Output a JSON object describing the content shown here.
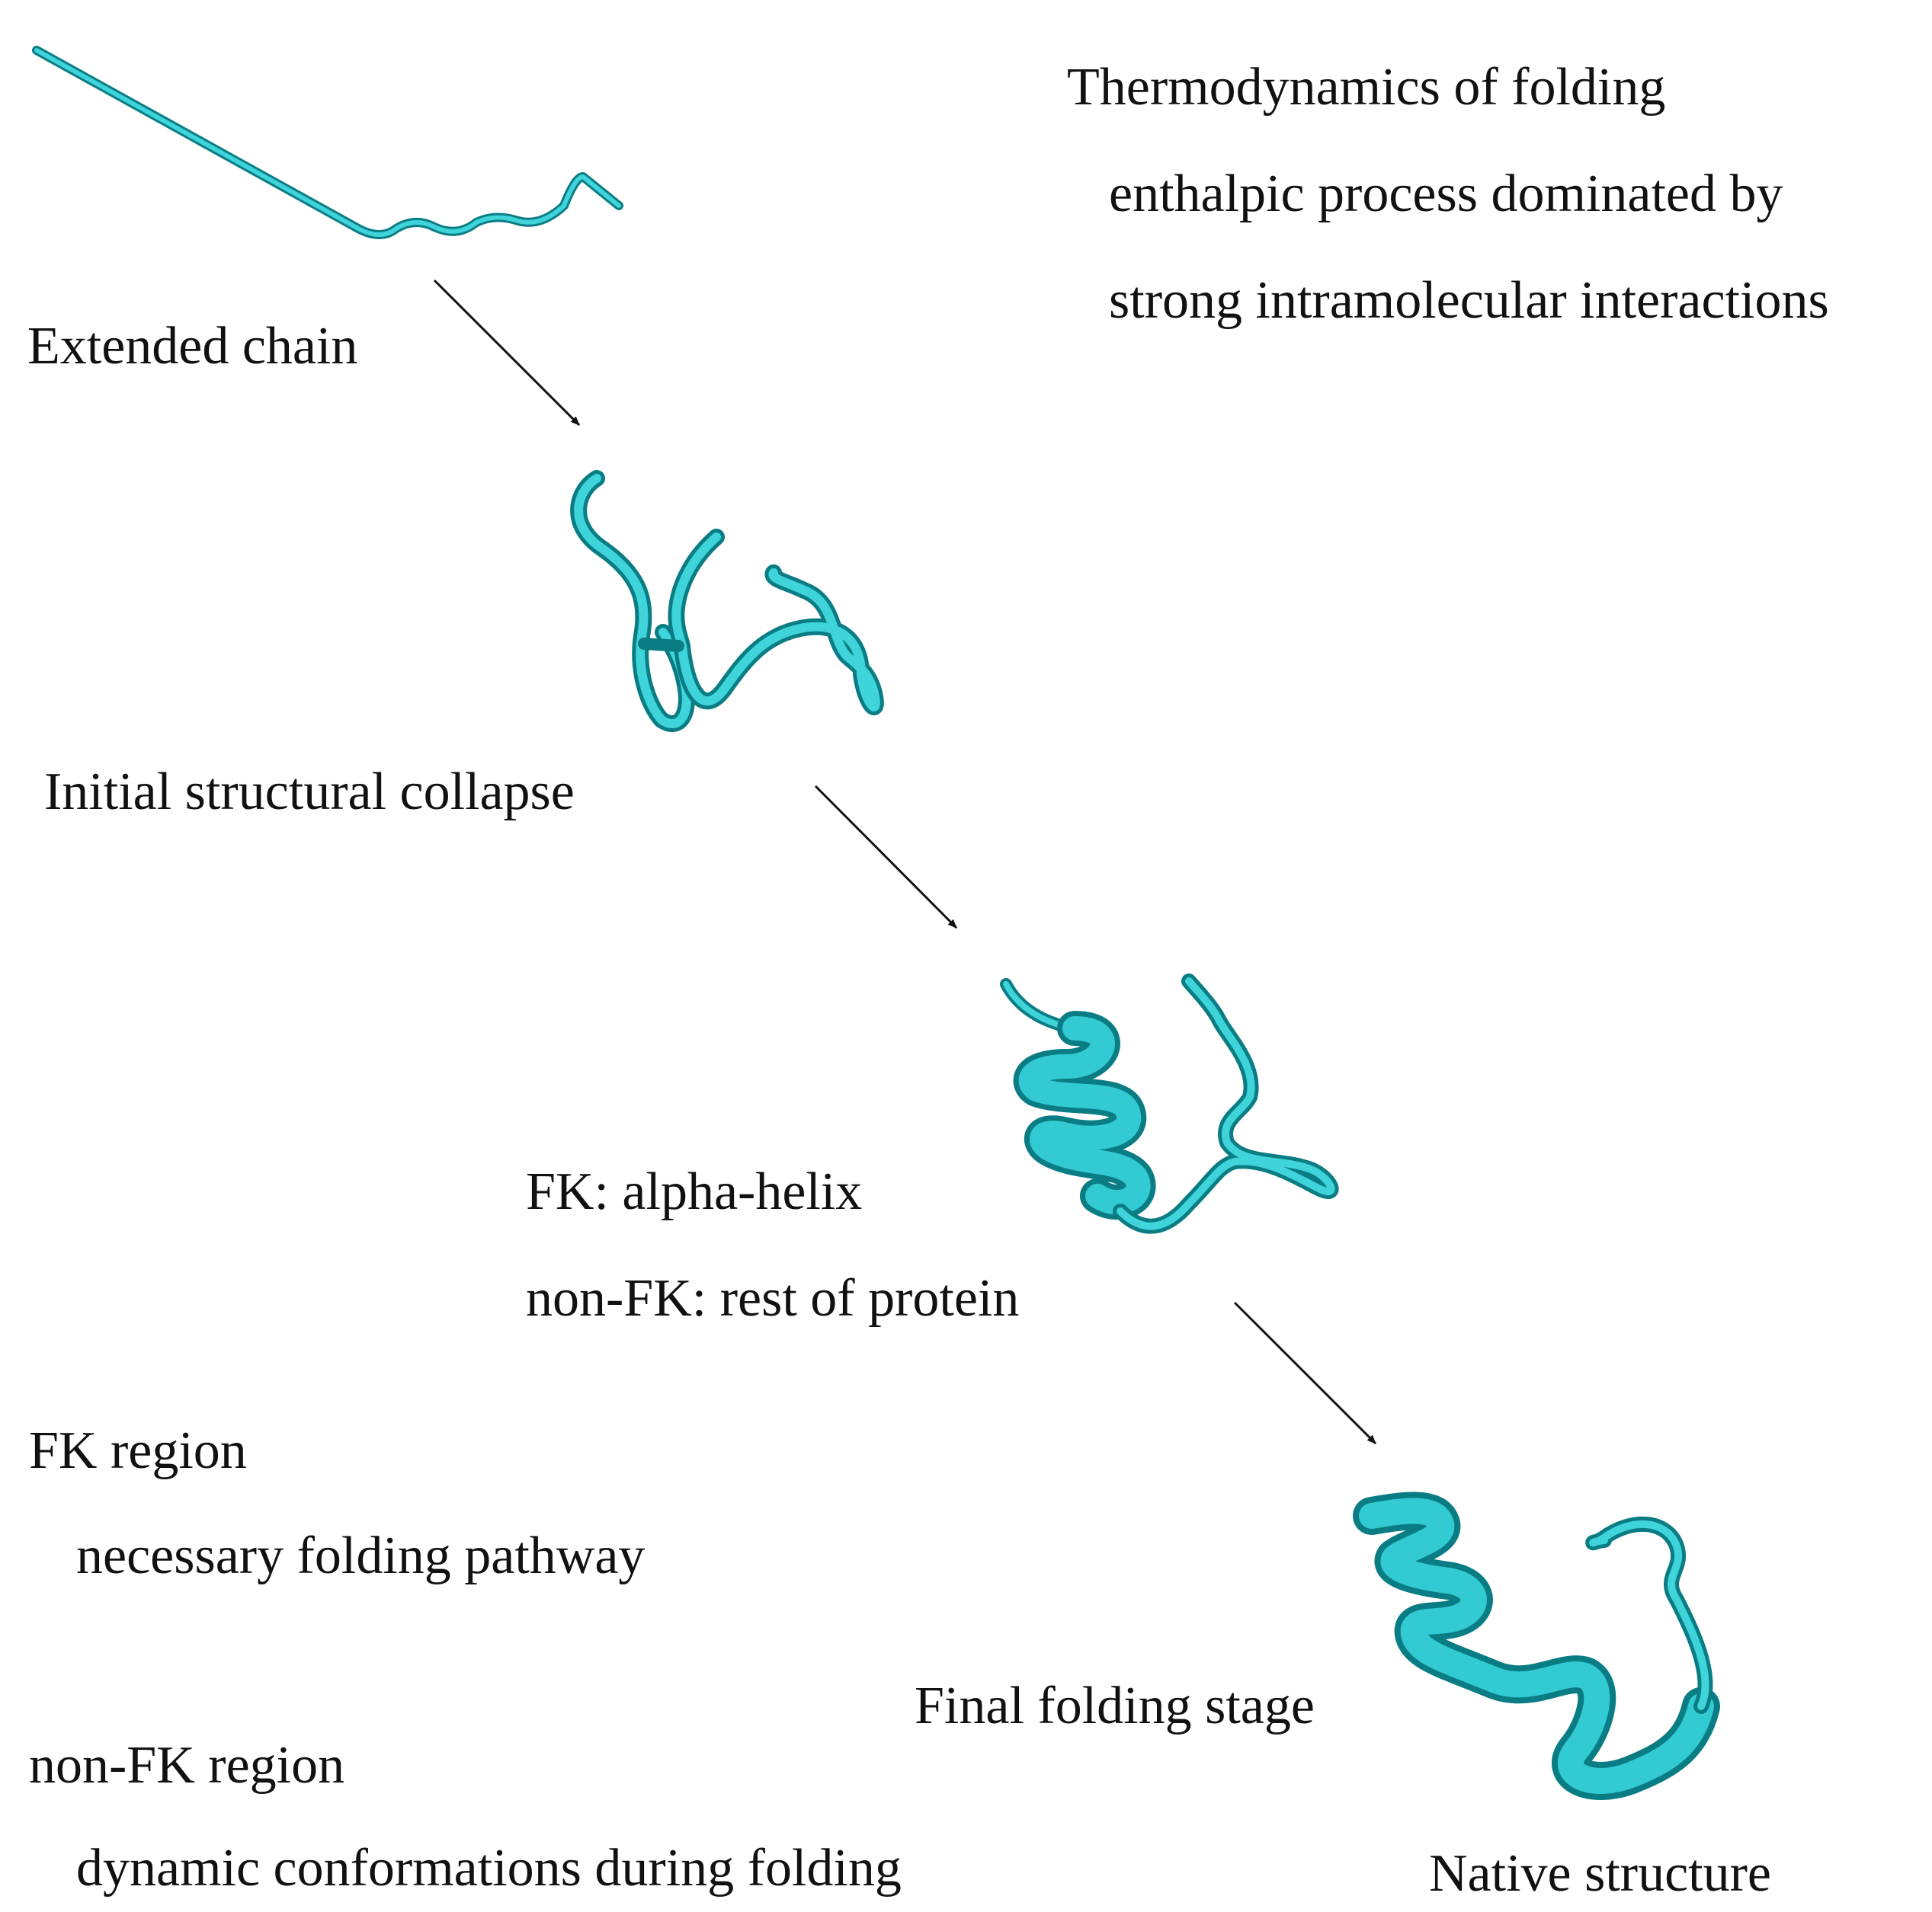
{
  "thermo": {
    "title": "Thermodynamics of folding",
    "line1": "enthalpic process dominated by",
    "line2": "strong intramolecular interactions"
  },
  "stages": {
    "extended": "Extended chain",
    "collapse": "Initial structural collapse",
    "fk_helix": "FK: alpha-helix",
    "nonfk_rest": "non-FK: rest of protein",
    "final": "Final folding stage",
    "native": "Native structure"
  },
  "regions": {
    "fk_title": "FK region",
    "fk_desc": "necessary folding pathway",
    "nonfk_title": "non-FK region",
    "nonfk_desc": "dynamic conformations during folding"
  },
  "colors": {
    "ribbon": "#2ec4cc",
    "ribbon_dark": "#0a7d84",
    "arrow": "#111111"
  }
}
